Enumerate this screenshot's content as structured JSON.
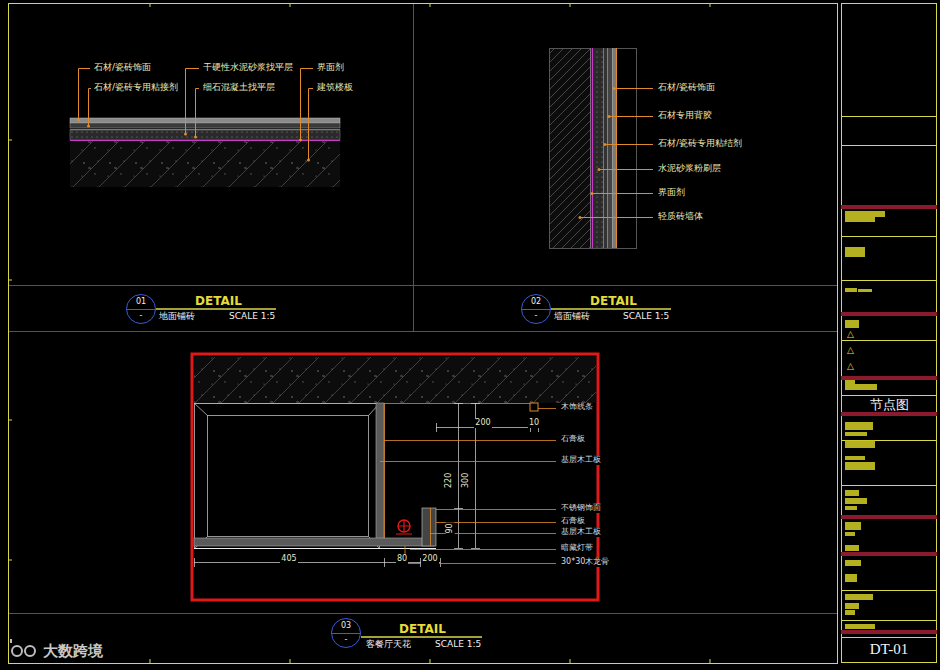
{
  "diagram": {
    "nodes": [
      {
        "text": [
          "01",
          "-"
        ]
      },
      {
        "text": [
          "02",
          "-"
        ]
      },
      {
        "text": [
          "03",
          "-"
        ]
      },
      {
        "text": [
          "节点图"
        ]
      },
      {
        "text": [
          "DT-01"
        ]
      }
    ],
    "labels": [
      "石材/瓷砖饰面",
      "干硬性水泥砂浆找平层",
      "界面剂",
      "石材/瓷砖专用粘接剂",
      "细石混凝土找平层",
      "建筑楼板",
      "石材/瓷砖饰面",
      "石材专用背胶",
      "石材/瓷砖专用粘结剂",
      "水泥砂浆粉刷层",
      "界面剂",
      "轻质砖墙体",
      "DETAIL",
      "地面铺砖",
      "SCALE 1:5",
      "DETAIL",
      "墙面铺砖",
      "SCALE 1:5",
      "木饰线条",
      "石膏板",
      "基层木工板",
      "不锈钢饰面",
      "石膏板",
      "基层木工板",
      "暗藏灯带",
      "30*30木龙骨",
      "200",
      "10",
      "220",
      "300",
      "90",
      "405",
      "80",
      "200",
      "DETAIL",
      "客餐厅天花",
      "SCALE 1:5",
      "△",
      "△",
      "△",
      "大数跨境"
    ]
  }
}
